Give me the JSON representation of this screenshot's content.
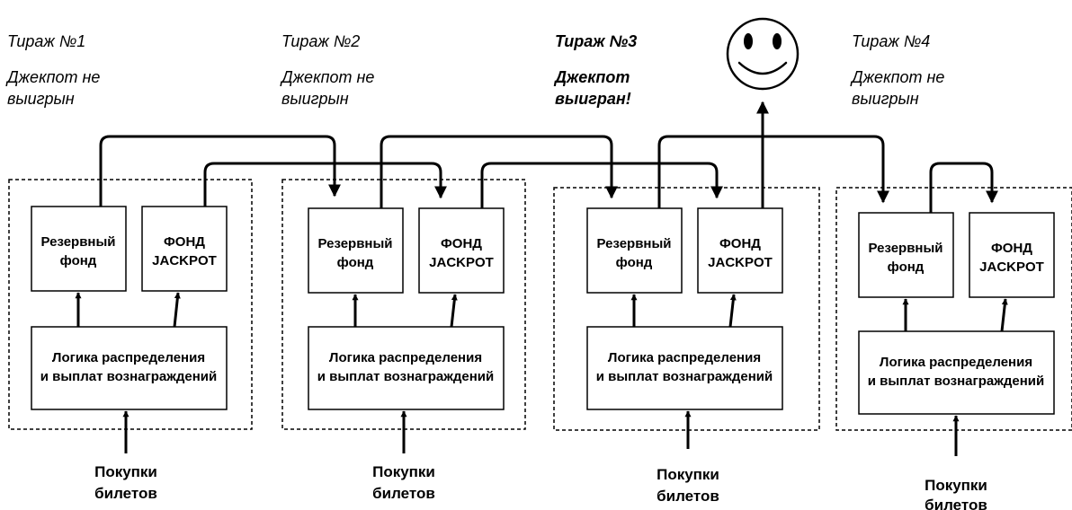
{
  "draws": [
    {
      "title": "Тираж №1",
      "status_line1": "Джекпот не",
      "status_line2": "выигрын",
      "highlight": false
    },
    {
      "title": "Тираж №2",
      "status_line1": "Джекпот не",
      "status_line2": "выигрын",
      "highlight": false
    },
    {
      "title": "Тираж №3",
      "status_line1": "Джекпот",
      "status_line2": "выигран!",
      "highlight": true
    },
    {
      "title": "Тираж №4",
      "status_line1": "Джекпот не",
      "status_line2": "выигрын",
      "highlight": false
    }
  ],
  "boxes": {
    "reserve_line1": "Резервный",
    "reserve_line2": "фонд",
    "jackpot_line1": "ФОНД",
    "jackpot_line2": "JACKPOT",
    "logic_line1": "Логика распределения",
    "logic_line2": "и выплат вознаграждений"
  },
  "input": {
    "line1": "Покупки",
    "line2": "билетов"
  },
  "winner_icon": "smiley-face-icon"
}
